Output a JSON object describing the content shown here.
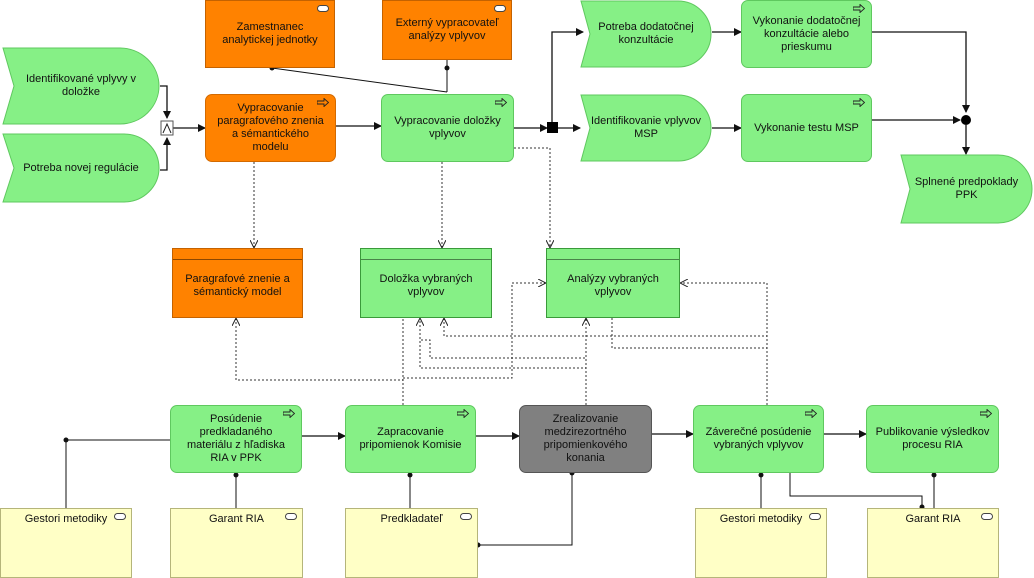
{
  "nodes": {
    "event_identifikovane_vplyvy": "Identifikované vplyvy v doložke",
    "event_potreba_regulacie": "Potreba novej regulácie",
    "func_paragrafove_znenie": "Vypracovanie paragrafového znenia a sémantického modelu",
    "func_dolozka": "Vypracovanie doložky vplyvov",
    "role_zamestnanec": "Zamestnanec analytickej jednotky",
    "role_externy": "Externý vypracovateľ analýzy vplyvov",
    "event_potreba_konzultacie": "Potreba dodatočnej konzultácie",
    "event_identifikovanie_msp": "Identifikovanie vplyvov MSP",
    "func_konzultacia": "Vykonanie dodatočnej konzultácie alebo prieskumu",
    "func_test_msp": "Vykonanie testu MSP",
    "event_splnene": "Splnené predpoklady PPK",
    "obj_paragrafove": "Paragrafové znenie a sémantický model",
    "obj_dolozka": "Doložka vybraných vplyvov",
    "obj_analyzy": "Analýzy vybraných vplyvov",
    "func_posudenie": "Posúdenie predkladaného materiálu z hľadiska RIA v PPK",
    "func_zapracovanie": "Zapracovanie pripomienok Komisie",
    "func_medzirezortne": "Zrealizovanie medzirezortného pripomienkového konania",
    "func_zaverecne": "Záverečné posúdenie vybraných vplyvov",
    "func_publikovanie": "Publikovanie výsledkov procesu RIA",
    "role_gestori_1": "Gestori metodiky",
    "role_garant_1": "Garant RIA",
    "role_predkladatel": "Predkladateľ",
    "role_gestori_2": "Gestori metodiky",
    "role_garant_2": "Garant RIA"
  },
  "colors": {
    "function_green": "#86f086",
    "function_orange": "#ff8200",
    "function_gray": "#808080",
    "role_yellow": "#ffffc6",
    "connector": "#111111"
  },
  "icons": {
    "function": "process-arrow-icon",
    "role": "role-pill-icon",
    "and_join": "and-connector-icon",
    "xor_split": "split-connector-icon"
  }
}
